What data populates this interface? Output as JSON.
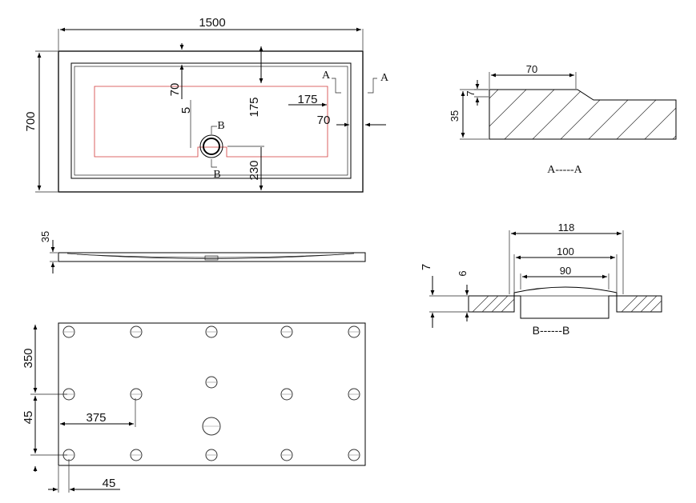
{
  "top_view": {
    "overall_width": "1500",
    "overall_height": "700",
    "dim_70_top": "70",
    "dim_5": "5",
    "dim_175_vertical": "175",
    "dim_175_horizontal": "175",
    "dim_70_side": "70",
    "dim_230": "230",
    "section_a_left": "A",
    "section_a_right": "A",
    "section_b_top": "B",
    "section_b_bottom": "B"
  },
  "section_aa": {
    "width_70": "70",
    "step_7": "7",
    "thickness_35": "35",
    "caption": "A-----A"
  },
  "side_view": {
    "thickness_35": "35"
  },
  "section_bb": {
    "width_118": "118",
    "width_100": "100",
    "width_90": "90",
    "dim_7": "7",
    "dim_6": "6",
    "caption": "B------B"
  },
  "bottom_view": {
    "spacing_350": "350",
    "edge_45_vertical": "45",
    "spacing_375": "375",
    "edge_45_horizontal": "45"
  }
}
